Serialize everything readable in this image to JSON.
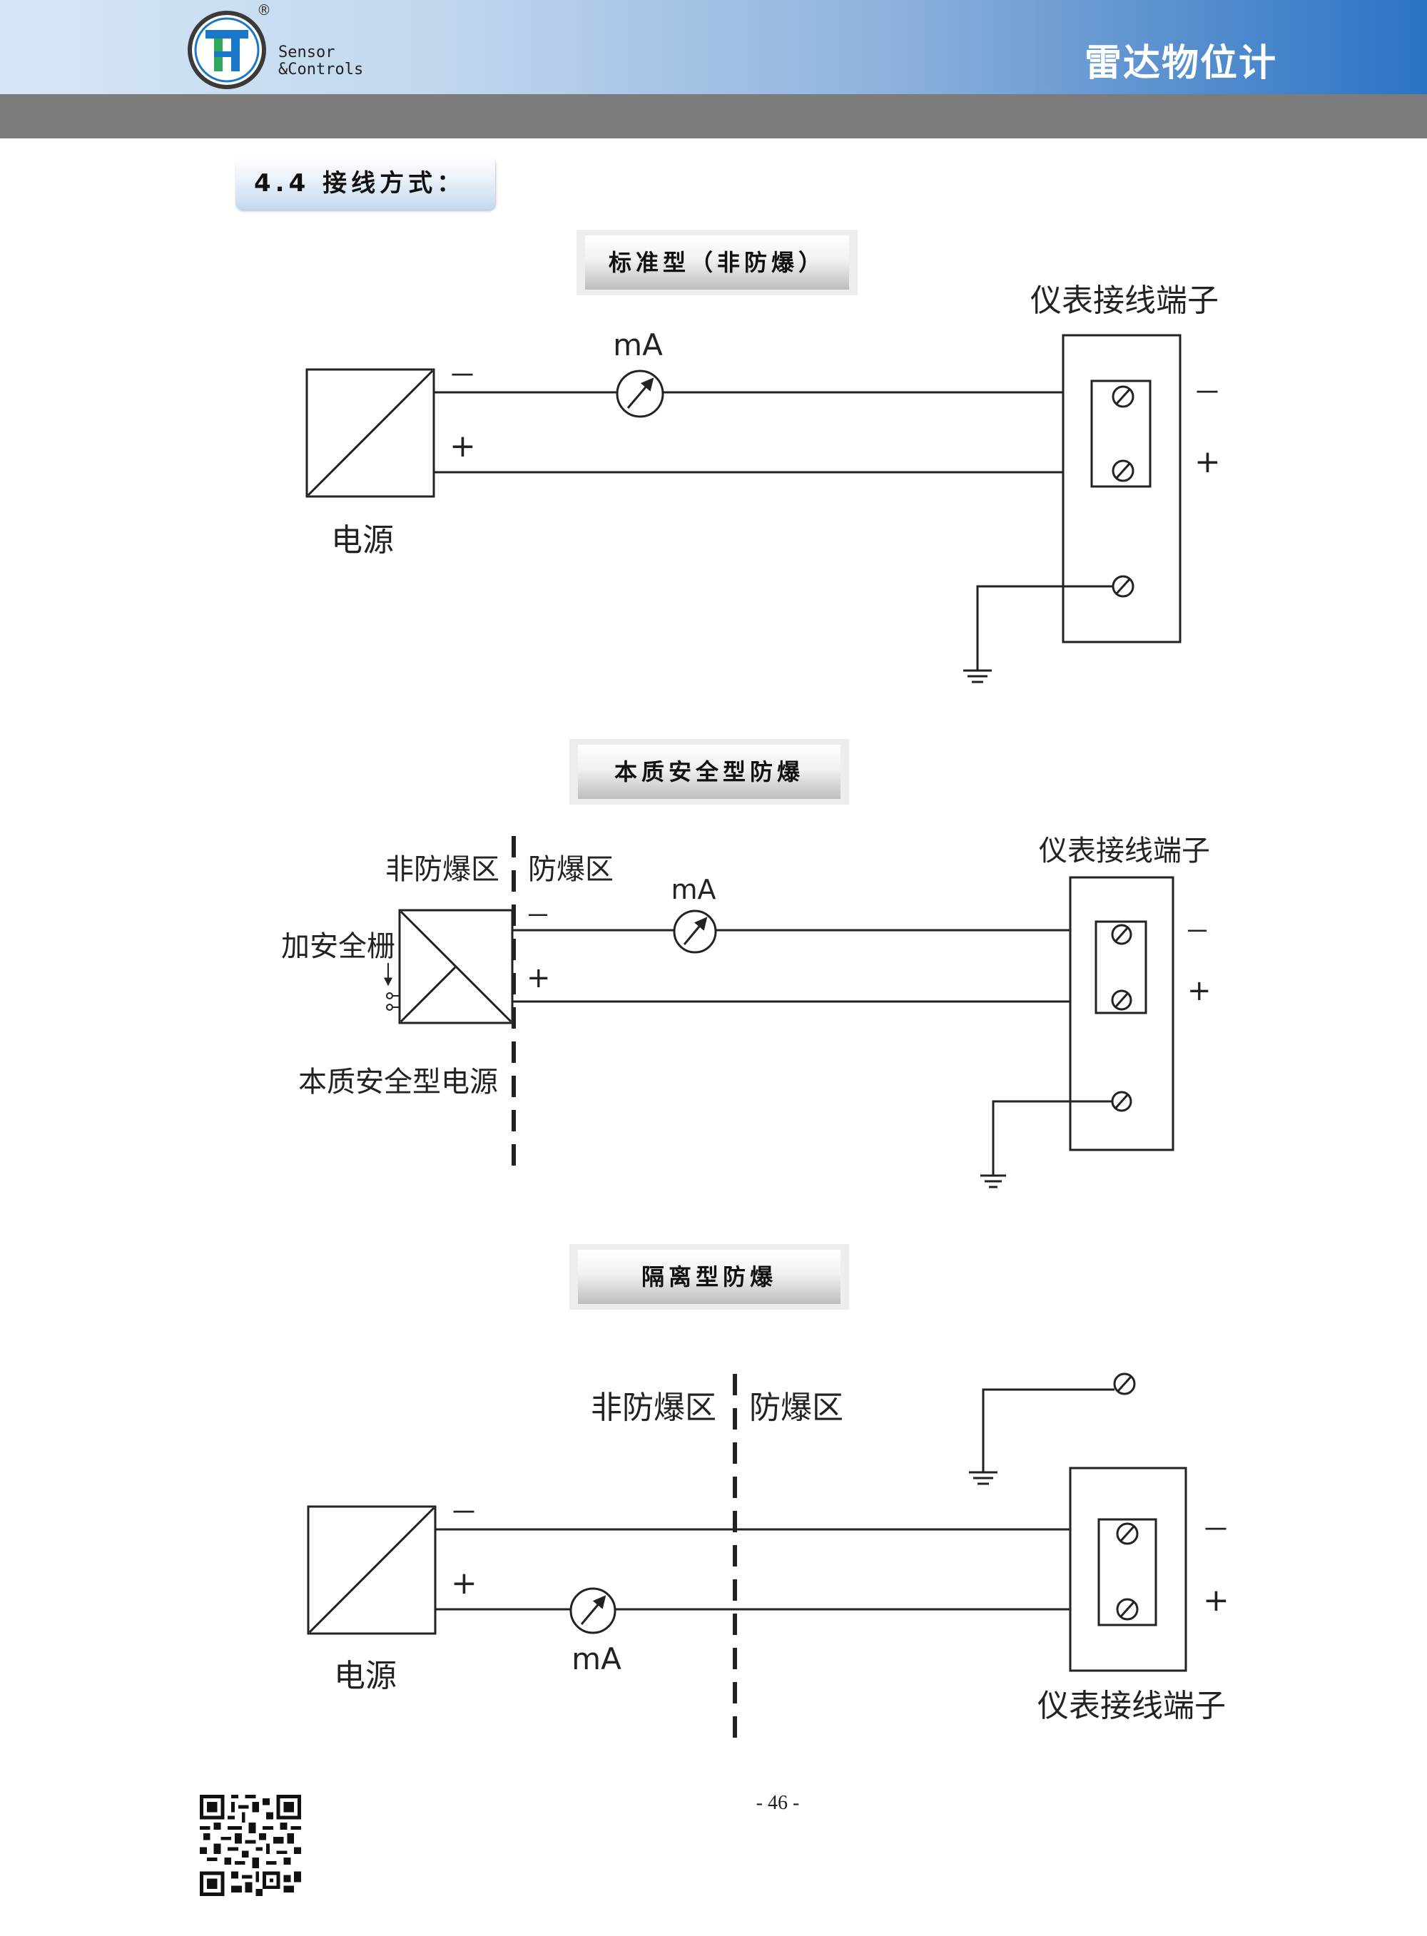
{
  "header": {
    "brand_line1": "Sensor",
    "brand_line2": "&Controls",
    "registered": "®",
    "title": "雷达物位计"
  },
  "section": {
    "title": "4.4  接线方式："
  },
  "diagram1": {
    "title": "标准型（非防爆）",
    "terminal_label": "仪表接线端子",
    "meter_label": "mA",
    "power_label": "电源",
    "minus": "－",
    "plus": "+",
    "terminal_minus": "－",
    "terminal_plus": "+"
  },
  "diagram2": {
    "title": "本质安全型防爆",
    "terminal_label": "仪表接线端子",
    "meter_label": "mA",
    "zone_left": "非防爆区",
    "zone_right": "防爆区",
    "barrier_label": "加安全栅",
    "power_label": "本质安全型电源",
    "minus": "－",
    "plus": "+",
    "terminal_minus": "－",
    "terminal_plus": "+"
  },
  "diagram3": {
    "title": "隔离型防爆",
    "terminal_label": "仪表接线端子",
    "meter_label": "mA",
    "zone_left": "非防爆区",
    "zone_right": "防爆区",
    "power_label": "电源",
    "minus": "－",
    "plus": "+",
    "terminal_minus": "－",
    "terminal_plus": "+"
  },
  "footer": {
    "page_number": "- 46 -"
  },
  "icons": {
    "logo": "company-logo-icon",
    "qr": "qr-code-icon",
    "ground": "ground-icon",
    "meter": "ammeter-icon",
    "screw": "screw-terminal-icon"
  },
  "colors": {
    "header_start": "#d6e6f6",
    "header_end": "#2a73c4",
    "band": "#7c7c7c",
    "logo_blue": "#1a77c9",
    "logo_green": "#2fa85a"
  }
}
